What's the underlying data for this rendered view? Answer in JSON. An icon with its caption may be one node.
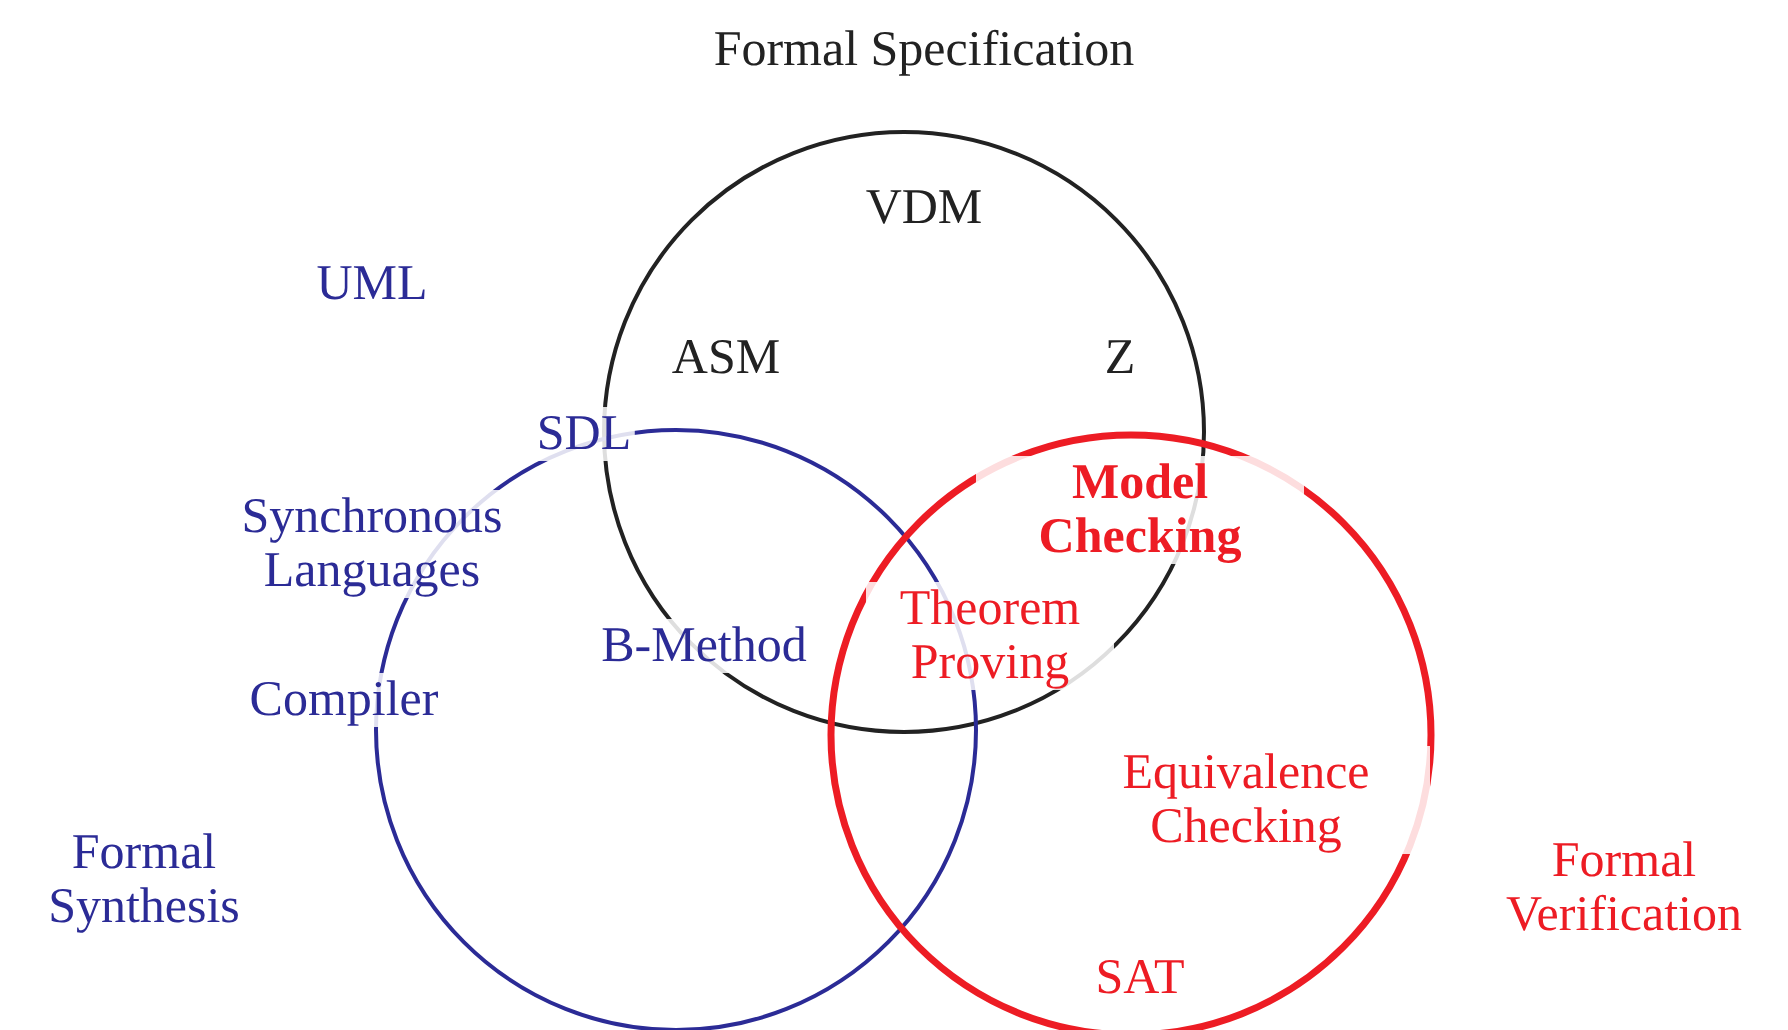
{
  "diagram": {
    "nodes": [
      {
        "text": [
          "Formal Specification"
        ]
      },
      {
        "text": [
          "Formal Synthesis"
        ]
      },
      {
        "text": [
          "Formal Verification"
        ]
      }
    ],
    "labels": [
      "VDM",
      "UML",
      "ASM",
      "Z",
      "SDL",
      "Synchronous Languages",
      "Model Checking",
      "B-Method",
      "Theorem Proving",
      "Compiler",
      "Equivalence Checking",
      "SAT"
    ]
  }
}
